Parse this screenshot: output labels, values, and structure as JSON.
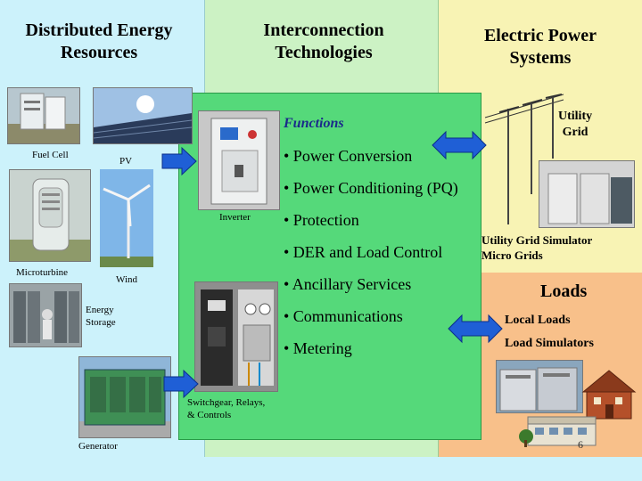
{
  "columns": {
    "der": {
      "title_line1": "Distributed Energy",
      "title_line2": "Resources",
      "bg": "#ccf2fb"
    },
    "interconnection": {
      "title_line1": "Interconnection",
      "title_line2": "Technologies",
      "bg": "#ccf2c4"
    },
    "eps": {
      "title_line1": "Electric Power",
      "title_line2": "Systems",
      "bg": "#f8f3b4"
    },
    "loads_bg": "#f8c08a",
    "center_box_bg": "#55d97a"
  },
  "der_labels": {
    "fuel_cell": "Fuel Cell",
    "pv": "PV",
    "microturbine": "Microturbine",
    "wind": "Wind",
    "energy_storage_line1": "Energy",
    "energy_storage_line2": "Storage",
    "generator": "Generator"
  },
  "center": {
    "functions_title": "Functions",
    "inverter_label": "Inverter",
    "switchgear_line1": "Switchgear, Relays,",
    "switchgear_line2": "& Controls",
    "functions": [
      "• Power Conversion",
      "• Power Conditioning (PQ)",
      "• Protection",
      "• DER and Load Control",
      "• Ancillary Services",
      "• Communications",
      "• Metering"
    ]
  },
  "eps": {
    "utility_grid_line1": "Utility",
    "utility_grid_line2": "Grid",
    "simulator_line1": "Utility Grid Simulator",
    "simulator_line2": "Micro Grids"
  },
  "loads": {
    "title": "Loads",
    "local_loads": "Local Loads",
    "load_simulators": "Load Simulators"
  },
  "slide_number": "6",
  "colors": {
    "arrow": "#1f5fd6",
    "arrow_outline": "#0b2f8a"
  }
}
